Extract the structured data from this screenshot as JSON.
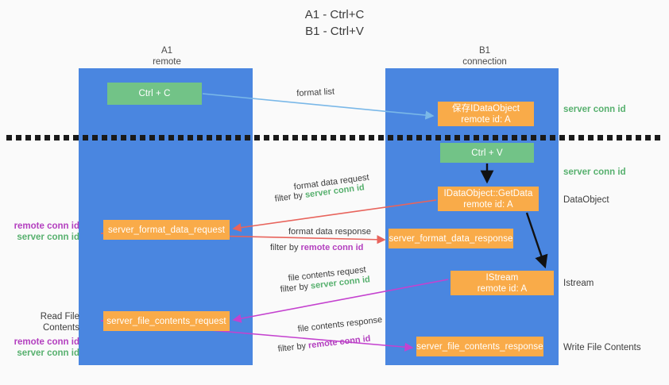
{
  "title": {
    "line1": "A1 - Ctrl+C",
    "line2": "B1 - Ctrl+V"
  },
  "columns": [
    {
      "id": "A1",
      "name": "A1",
      "role": "remote"
    },
    {
      "id": "B1",
      "name": "B1",
      "role": "connection"
    }
  ],
  "nodes": {
    "ctrl_c": {
      "line1": "Ctrl + C",
      "line2": "",
      "color": "#72c387"
    },
    "idataobject": {
      "line1": "保存IDataObject",
      "line2": "remote id: A",
      "color": "#f9ab49"
    },
    "ctrl_v": {
      "line1": "Ctrl + V",
      "line2": "",
      "color": "#72c387"
    },
    "getdata": {
      "line1": "IDataObject::GetData",
      "line2": "remote id: A",
      "color": "#f9ab49"
    },
    "fmt_request": {
      "line1": "server_format_data_request",
      "line2": "",
      "color": "#f9ab49"
    },
    "fmt_response": {
      "line1": "server_format_data_response",
      "line2": "",
      "color": "#f9ab49"
    },
    "istream": {
      "line1": "IStream",
      "line2": "remote id: A",
      "color": "#f9ab49"
    },
    "file_request": {
      "line1": "server_file_contents_request",
      "line2": "",
      "color": "#f9ab49"
    },
    "file_response": {
      "line1": "server_file_contents_response",
      "line2": "",
      "color": "#f9ab49"
    }
  },
  "edge_labels": {
    "format_list": "format list",
    "fmt_request": "format data request",
    "fmt_request_filter_prefix": "filter by ",
    "fmt_request_filter_value": "server conn id",
    "fmt_response": "format data response",
    "fmt_response_filter_prefix": "filter by ",
    "fmt_response_filter_value": "remote conn id",
    "file_request": "file contents request",
    "file_request_filter_prefix": "filter by ",
    "file_request_filter_value": "server conn id",
    "file_response": "file contents response",
    "file_response_filter_prefix": "filter by ",
    "file_response_filter_value": "remote conn id"
  },
  "annotations": {
    "right": {
      "server_conn_id_top": "server conn id",
      "server_conn_id_mid": "server conn id",
      "dataobject": "DataObject",
      "istream": "Istream",
      "write_file_contents": "Write File Contents"
    },
    "left": {
      "remote_conn_id_1": "remote conn id",
      "server_conn_id_1": "server conn id",
      "read_file_contents": "Read File Contents",
      "remote_conn_id_2": "remote conn id",
      "server_conn_id_2": "server conn id"
    }
  },
  "colors": {
    "lane": "#4a86e0",
    "green_node": "#72c387",
    "orange_node": "#f9ab49",
    "green_text": "#57b06e",
    "magenta_text": "#b33fbf",
    "arrow_light_blue": "#7ab8e8",
    "arrow_red": "#e8645c",
    "arrow_magenta": "#c442cf",
    "arrow_black": "#111111",
    "divider": "#1a1a1a",
    "background": "#fafafa"
  }
}
